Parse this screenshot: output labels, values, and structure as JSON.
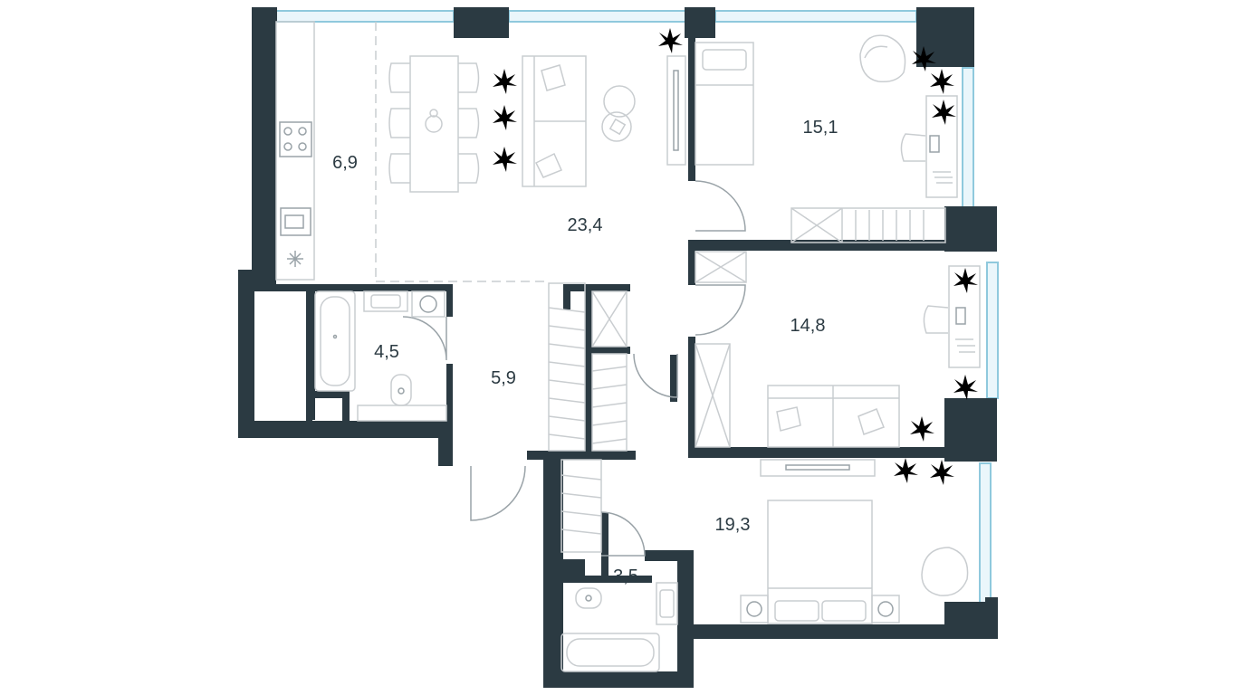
{
  "rooms": {
    "kitchen": "6,9",
    "living": "23,4",
    "bedroom_top": "15,1",
    "bedroom_middle": "14,8",
    "bedroom_master": "19,3",
    "bathroom_left": "4,5",
    "hallway": "5,9",
    "bathroom_bottom": "3,5"
  },
  "colors": {
    "wall": "#2b3a42",
    "furniture_line": "#c9cdd0",
    "window_glass": "#8fc9dd",
    "plant": "#8bc34a"
  },
  "icons": [
    "plant-icon",
    "chair-icon",
    "bed-icon",
    "sofa-icon",
    "bathtub-icon",
    "toilet-icon",
    "sink-icon",
    "stove-icon"
  ]
}
